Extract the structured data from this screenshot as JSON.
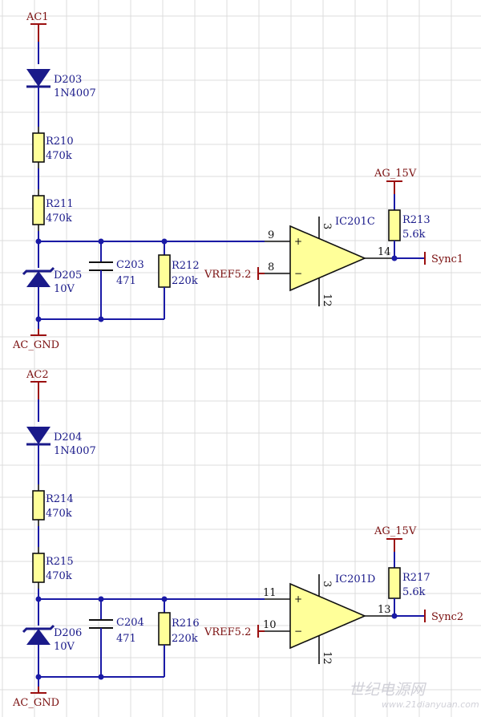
{
  "channels": [
    {
      "source_port": "AC1",
      "gnd_port": "AC_GND",
      "diode": {
        "ref": "D203",
        "value": "1N4007"
      },
      "r_top": {
        "ref": "R210",
        "value": "470k"
      },
      "r_mid": {
        "ref": "R211",
        "value": "470k"
      },
      "zener": {
        "ref": "D205",
        "value": "10V"
      },
      "cap": {
        "ref": "C203",
        "value": "471"
      },
      "r_shunt": {
        "ref": "R212",
        "value": "220k"
      },
      "opamp": {
        "ref": "IC201C",
        "pin_plus": "9",
        "pin_minus": "8",
        "pin_out": "14",
        "pin_vcc": "3",
        "pin_gnd": "12"
      },
      "vref_port": "VREF5.2",
      "pullup": {
        "ref": "R213",
        "value": "5.6k"
      },
      "supply_port": "AG_15V",
      "output_port": "Sync1"
    },
    {
      "source_port": "AC2",
      "gnd_port": "AC_GND",
      "diode": {
        "ref": "D204",
        "value": "1N4007"
      },
      "r_top": {
        "ref": "R214",
        "value": "470k"
      },
      "r_mid": {
        "ref": "R215",
        "value": "470k"
      },
      "zener": {
        "ref": "D206",
        "value": "10V"
      },
      "cap": {
        "ref": "C204",
        "value": "471"
      },
      "r_shunt": {
        "ref": "R216",
        "value": "220k"
      },
      "opamp": {
        "ref": "IC201D",
        "pin_plus": "11",
        "pin_minus": "10",
        "pin_out": "13",
        "pin_vcc": "3",
        "pin_gnd": "12"
      },
      "vref_port": "VREF5.2",
      "pullup": {
        "ref": "R217",
        "value": "5.6k"
      },
      "supply_port": "AG_15V",
      "output_port": "Sync2"
    }
  ],
  "opamp_signs": {
    "plus": "+",
    "minus": "−"
  },
  "watermark": {
    "brand": "世纪电源网",
    "url": "www.21dianyuan.com"
  }
}
